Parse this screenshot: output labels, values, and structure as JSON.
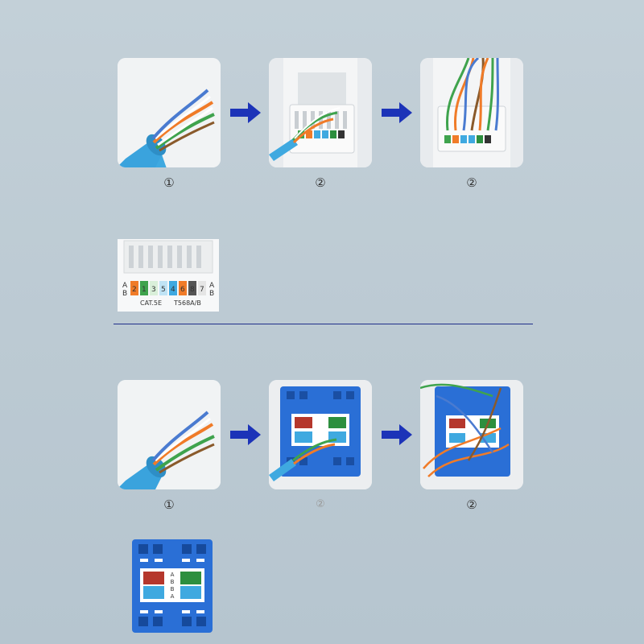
{
  "sections": [
    {
      "name": "cat5e-module",
      "captions": [
        "①",
        "②",
        "②"
      ],
      "detail": {
        "row_labels_left": [
          "A",
          "B"
        ],
        "row_labels_right": [
          "A",
          "B"
        ],
        "pins": [
          "2",
          "1",
          "3",
          "5",
          "4",
          "6",
          "8",
          "7"
        ],
        "standard_text": "CAT.5E T568A/B",
        "cat_text": "CAT.5E",
        "std_text": "T568A/B"
      }
    },
    {
      "name": "cat6-module",
      "captions": [
        "①",
        "②",
        "②"
      ],
      "detail": {
        "row_labels": [
          "A",
          "B",
          "B",
          "A"
        ]
      }
    }
  ],
  "colors": {
    "arrow": "#1c33b8",
    "cable": "#3fa9e0",
    "module_blue": "#2a6fd6",
    "divider": "#1f2f8a"
  }
}
